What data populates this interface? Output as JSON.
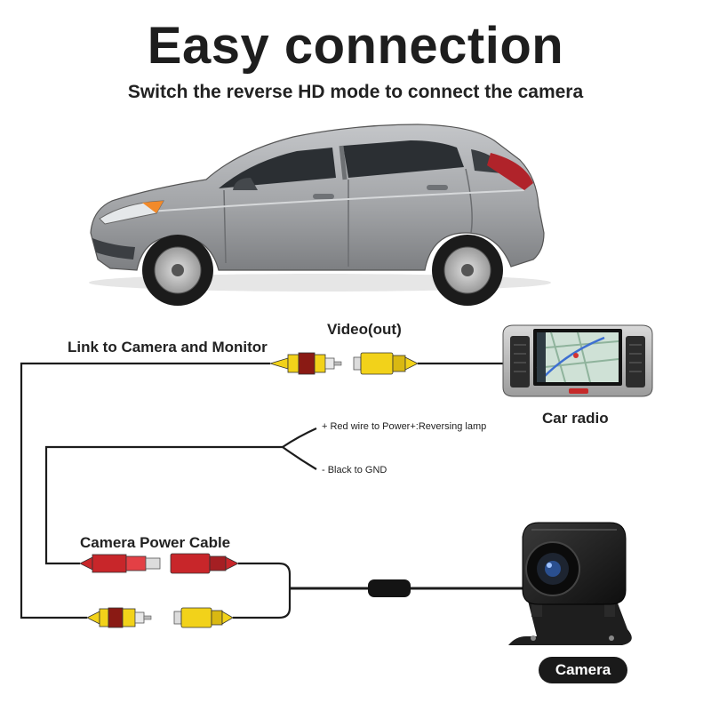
{
  "header": {
    "title": "Easy connection",
    "subtitle": "Switch the reverse HD mode to connect the camera"
  },
  "labels": {
    "link": "Link to Camera and Monitor",
    "video_out": "Video(out)",
    "car_radio": "Car radio",
    "red_wire": "+ Red wire to Power+:Reversing lamp",
    "black_wire": "- Black to GND",
    "power_cable": "Camera Power Cable",
    "camera": "Camera"
  },
  "colors": {
    "connector_yellow": "#f2d21a",
    "connector_red": "#c8262a",
    "car_body": "#a7a9ac",
    "wire": "#1c1c1c"
  }
}
